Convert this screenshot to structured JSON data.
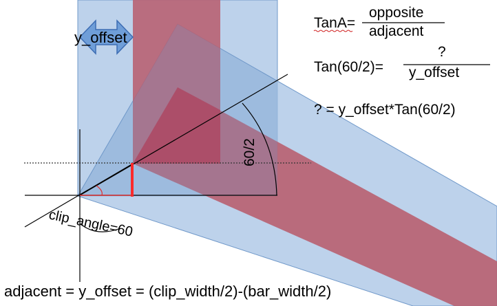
{
  "colors": {
    "blue_band": "#a7c3e4",
    "blue_band_stroke": "#6f98c9",
    "red_band": "#b85f70",
    "red_core": "#c4283d",
    "red_line": "#ff2a2a",
    "arrow_fill": "#6f9ed8",
    "arrow_stroke": "#3d6db3"
  },
  "labels": {
    "y_offset": "y_offset",
    "tan_lhs": "TanA=",
    "tan_num": "opposite",
    "tan_den": "adjacent",
    "tan60_lhs": "Tan(60/2)=",
    "tan60_num": "?",
    "tan60_den": "y_offset",
    "solve": "? = y_offset*Tan(60/2)",
    "half_angle": "60/2",
    "clip_angle": "clip_angle=60",
    "bottom_formula": "adjacent = y_offset = (clip_width/2)-(bar_width/2)"
  }
}
